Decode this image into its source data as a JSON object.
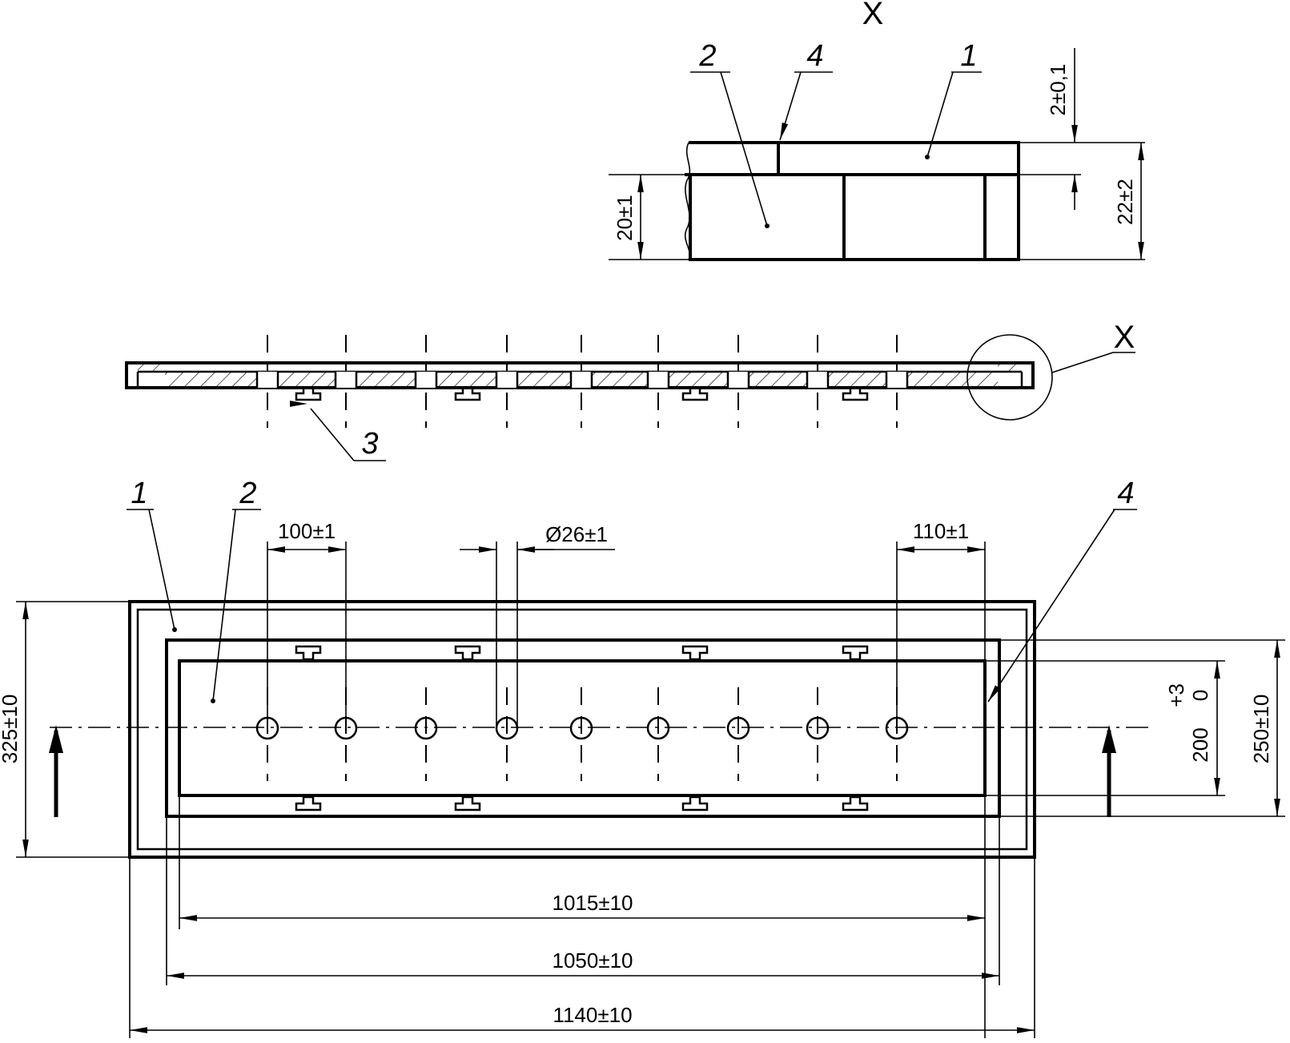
{
  "detail": {
    "name": "X",
    "callouts": [
      "1",
      "2",
      "4"
    ],
    "dims": {
      "top": "2±0,1",
      "left": "20±1",
      "right": "22±2"
    }
  },
  "section": {
    "detail_ref": "X",
    "callout": "3"
  },
  "plan": {
    "callouts": [
      "1",
      "2",
      "4"
    ],
    "dims": {
      "pitch": "100±1",
      "hole": "Ø26±1",
      "end_gap": "110±1",
      "outer_height": "325±10",
      "mid_height": "250±10",
      "inner_height": "200",
      "inner_tol_upper": "+3",
      "inner_tol_lower": "0",
      "inner_length": "1015±10",
      "mid_length": "1050±10",
      "outer_length": "1140±10"
    }
  }
}
